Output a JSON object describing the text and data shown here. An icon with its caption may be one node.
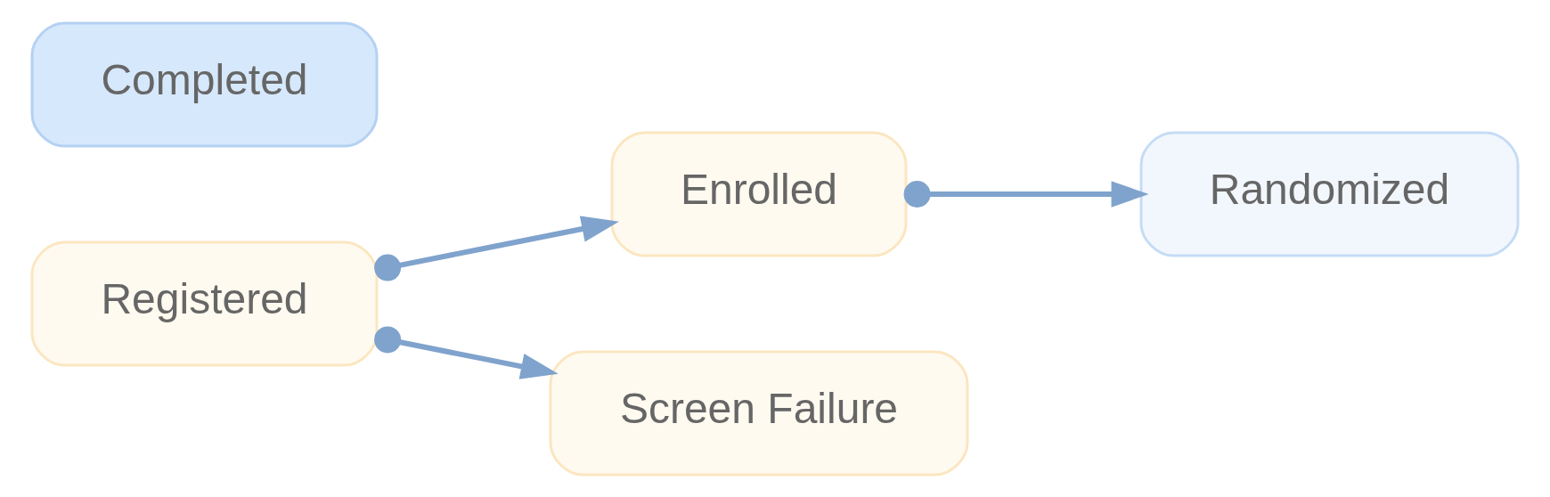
{
  "diagram": {
    "nodes": [
      {
        "text": [
          "Registered"
        ]
      },
      {
        "text": [
          "Enrolled"
        ]
      },
      {
        "text": [
          "Screen Failure"
        ]
      },
      {
        "text": [
          "Randomized"
        ]
      },
      {
        "text": [
          "Completed"
        ]
      }
    ],
    "edges": [
      {
        "from": 0,
        "to": 1,
        "arrow": "to"
      },
      {
        "from": 0,
        "to": 2,
        "arrow": "to"
      },
      {
        "from": 1,
        "to": 3,
        "arrow": "to"
      }
    ]
  }
}
